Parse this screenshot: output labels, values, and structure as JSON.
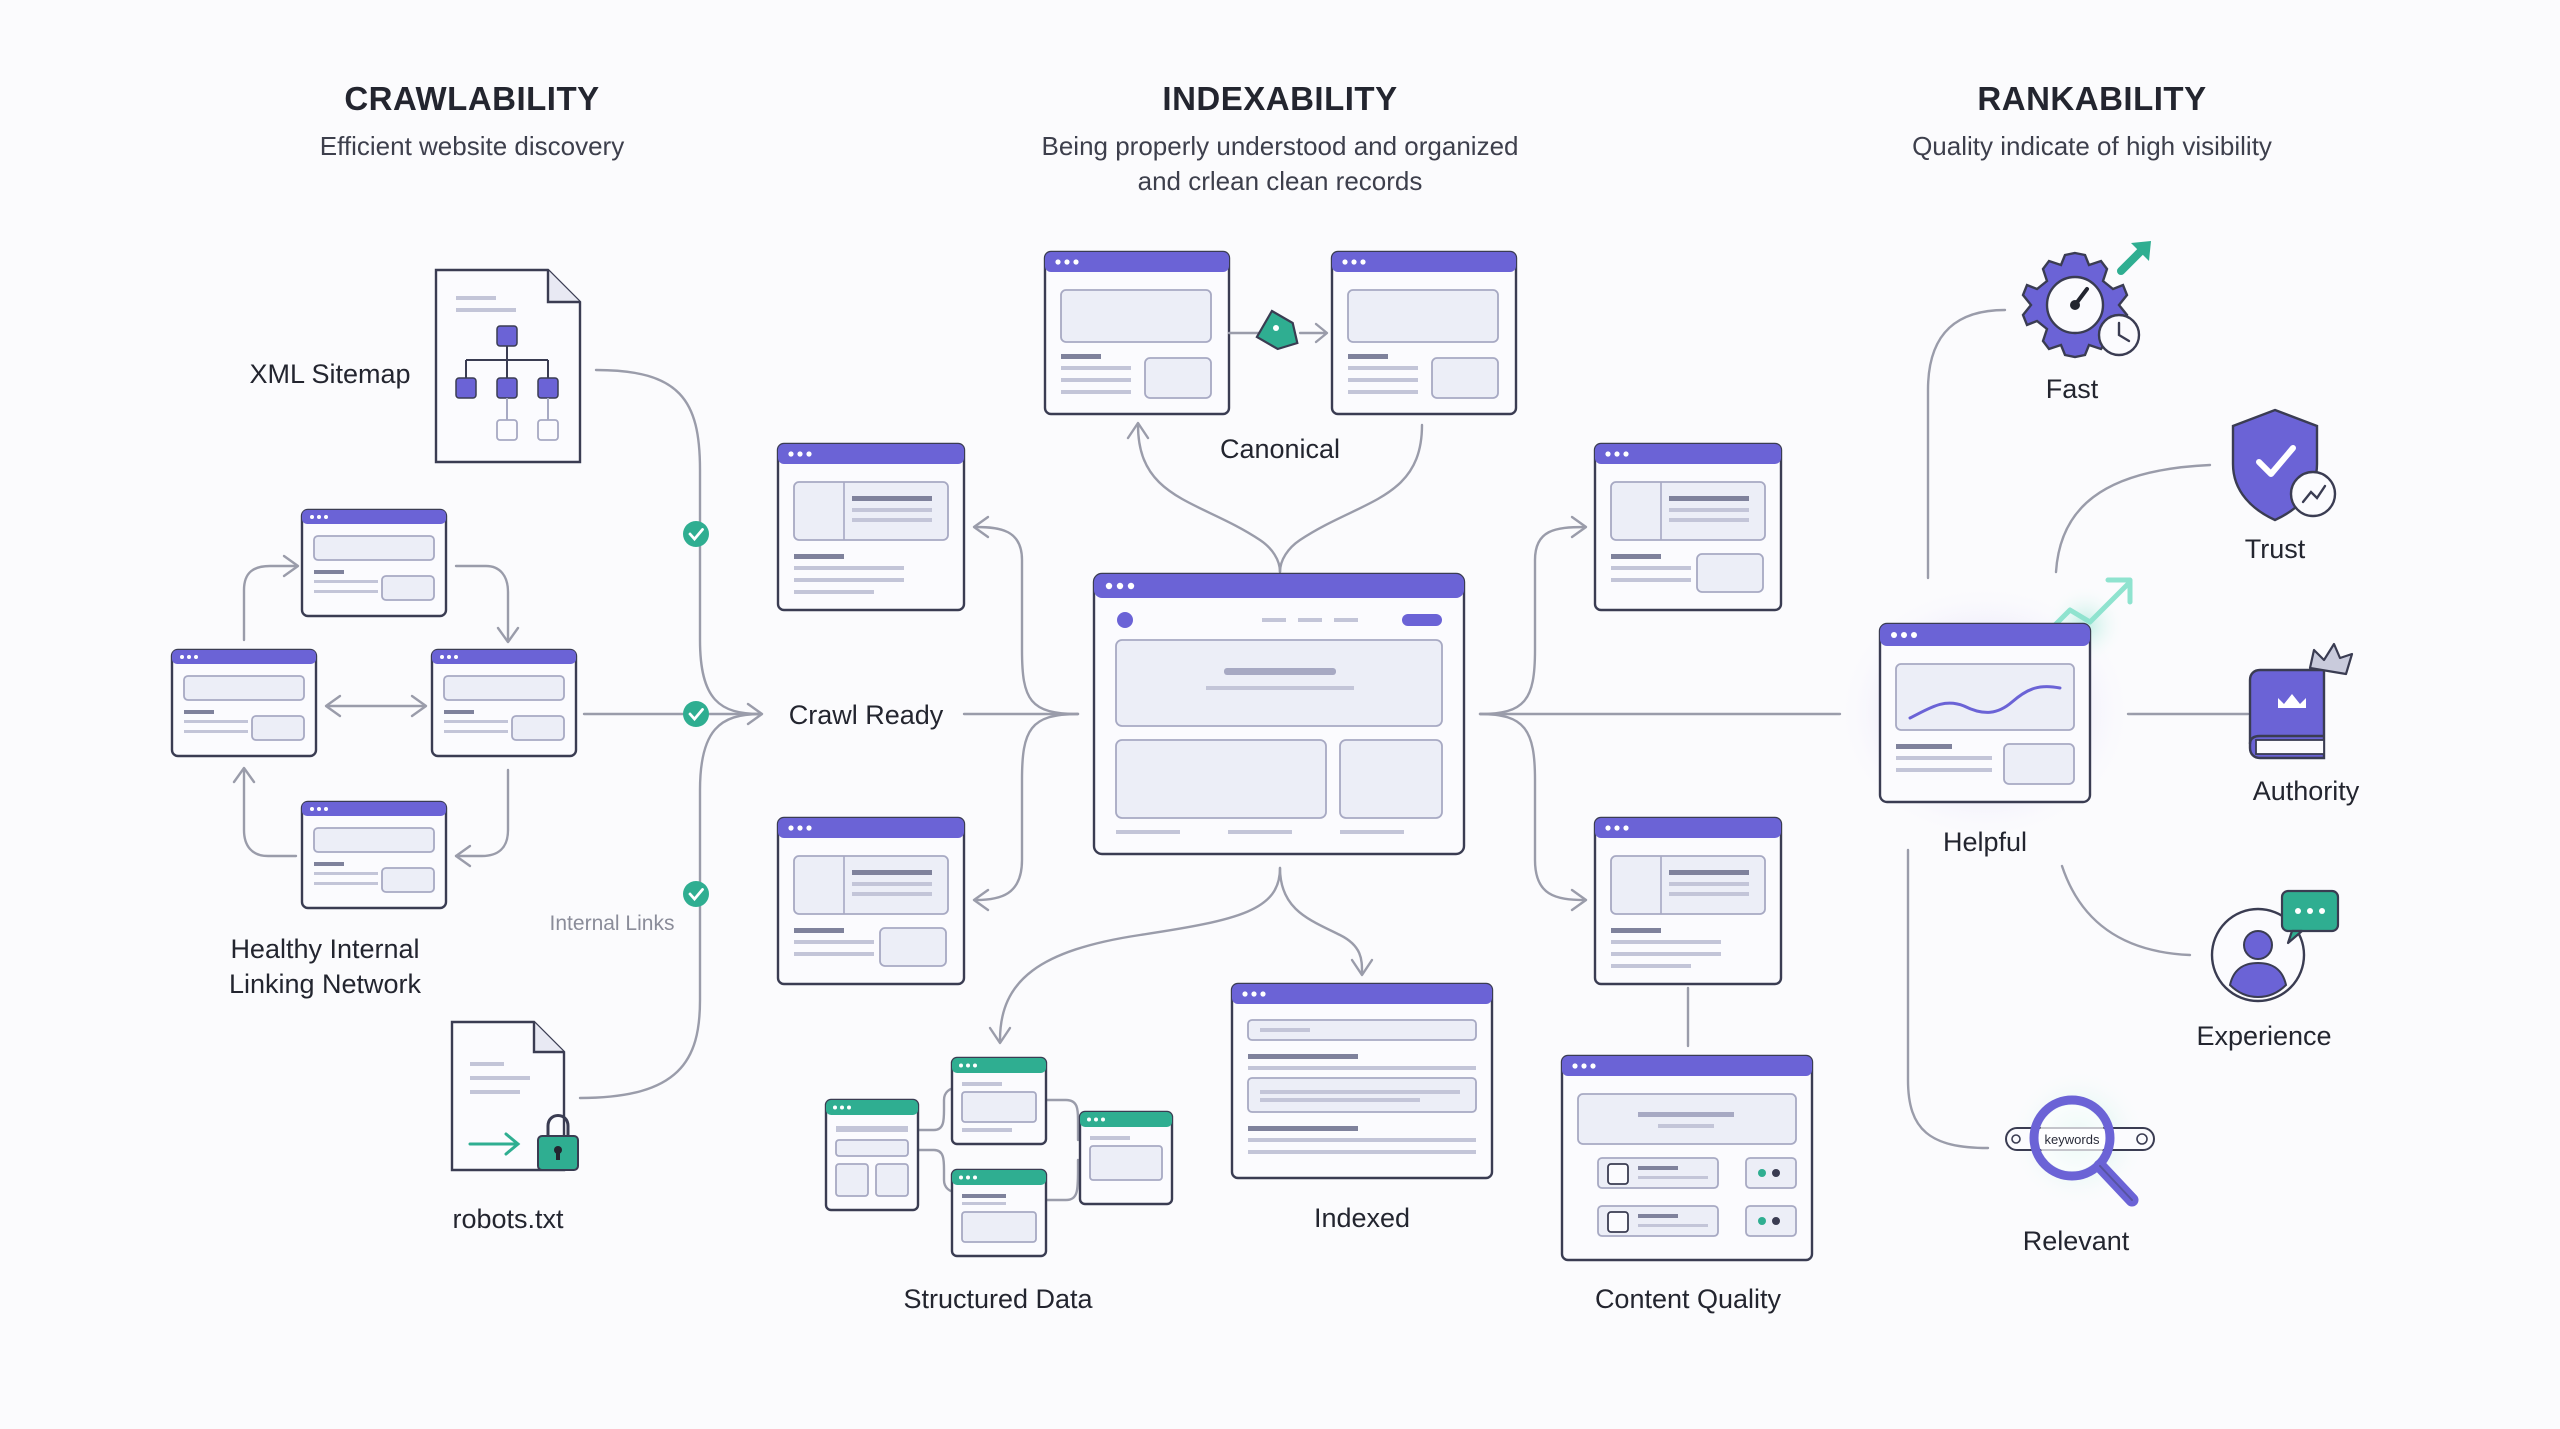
{
  "colors": {
    "accent": "#6b63d6",
    "teal": "#2fae91",
    "ink": "#23252f",
    "wire": "#9a9caa"
  },
  "columns": {
    "crawlability": {
      "title": "CRAWLABILITY",
      "subtitle": "Efficient website discovery"
    },
    "indexability": {
      "title": "INDEXABILITY",
      "subtitle_line1": "Being properly understood and organized",
      "subtitle_line2": "and crlean clean records"
    },
    "rankability": {
      "title": "RANKABILITY",
      "subtitle": "Quality indicate of high visibility"
    }
  },
  "crawl": {
    "xml_sitemap": "XML Sitemap",
    "linking_line1": "Healthy Internal",
    "linking_line2": "Linking Network",
    "internal_links": "Internal Links",
    "robots": "robots.txt",
    "crawl_ready": "Crawl Ready"
  },
  "index": {
    "canonical": "Canonical",
    "structured_data": "Structured Data",
    "indexed": "Indexed",
    "content_quality": "Content Quality"
  },
  "rank": {
    "helpful": "Helpful",
    "fast": "Fast",
    "trust": "Trust",
    "authority": "Authority",
    "experience": "Experience",
    "relevant": "Relevant",
    "search_box_text": "keywords"
  },
  "icons": [
    "sitemap-document-icon",
    "robots-lock-document-icon",
    "canonical-tag-icon",
    "check-icon",
    "speed-gear-icon",
    "shield-check-icon",
    "crown-book-icon",
    "user-chat-icon",
    "magnifier-icon",
    "growth-arrow-icon"
  ]
}
